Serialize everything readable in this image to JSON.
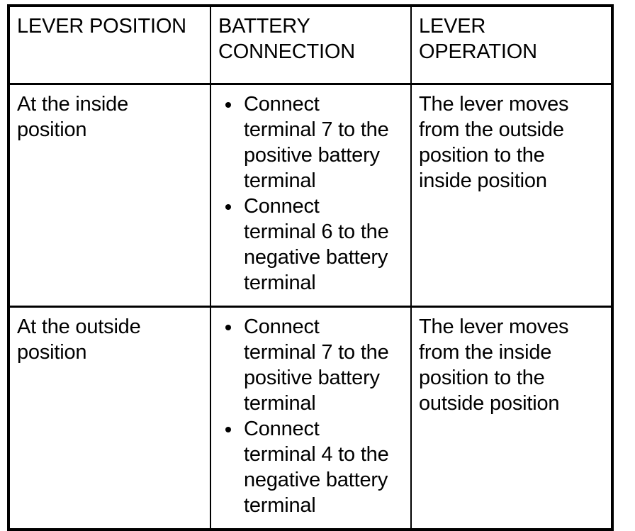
{
  "table": {
    "columns": [
      {
        "id": "lever-position",
        "header": "LEVER POSITION"
      },
      {
        "id": "battery-connection",
        "header": "BATTERY\nCONNECTION"
      },
      {
        "id": "lever-operation",
        "header": "LEVER\nOPERATION"
      }
    ],
    "rows": [
      {
        "lever_position": "At the inside\nposition",
        "battery_connection": [
          "Connect\nterminal 7 to the\npositive battery\nterminal",
          "Connect\nterminal 6 to the\nnegative battery\nterminal"
        ],
        "lever_operation": "The lever moves\nfrom the outside\nposition to the\ninside position"
      },
      {
        "lever_position": "At the outside\nposition",
        "battery_connection": [
          "Connect\nterminal 7 to the\npositive battery\nterminal",
          "Connect\nterminal 4 to the\nnegative battery\nterminal"
        ],
        "lever_operation": "The lever moves\nfrom the inside\nposition to the\noutside position"
      }
    ]
  },
  "style": {
    "border_color": "#000000",
    "text_color": "#000000",
    "background": "#ffffff"
  }
}
